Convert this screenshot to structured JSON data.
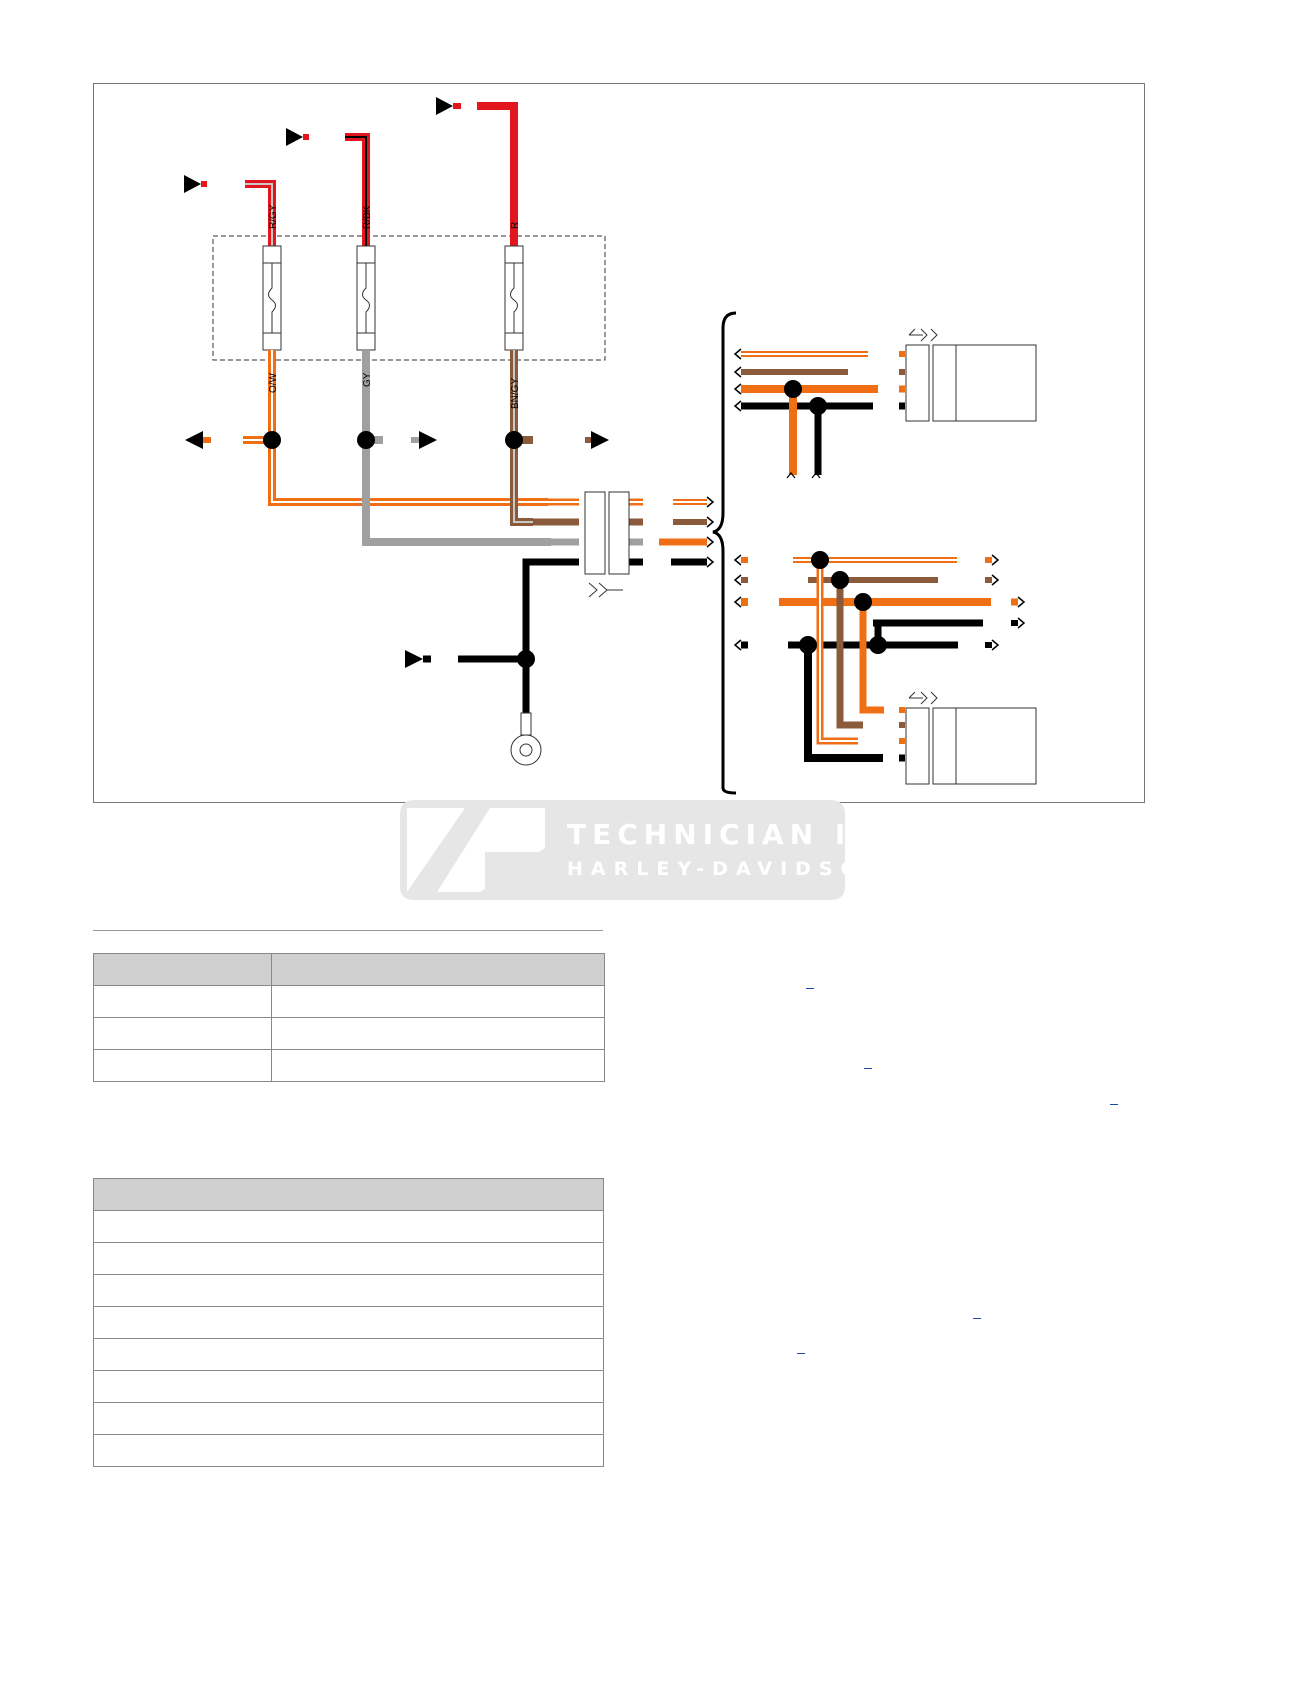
{
  "diagram": {
    "wire_labels": {
      "rgy": "R/GY",
      "rbk": "R/BK",
      "r": "R",
      "ow": "O/W",
      "gy": "GY",
      "bngy": "BN/GY"
    },
    "colors": {
      "red": "#e3161d",
      "black": "#000000",
      "orange": "#f06e14",
      "brown": "#8a5a3b",
      "gray": "#a0a0a0"
    }
  },
  "watermark": {
    "line1": "TECHNICIAN II",
    "line2": "HARLEY-DAVIDSON"
  },
  "table1": {
    "rows": [
      [
        "",
        ""
      ],
      [
        "",
        ""
      ],
      [
        "",
        ""
      ]
    ]
  },
  "table2": {
    "rows": [
      [
        ""
      ],
      [
        ""
      ],
      [
        ""
      ],
      [
        ""
      ],
      [
        ""
      ],
      [
        ""
      ],
      [
        ""
      ],
      [
        ""
      ]
    ]
  }
}
